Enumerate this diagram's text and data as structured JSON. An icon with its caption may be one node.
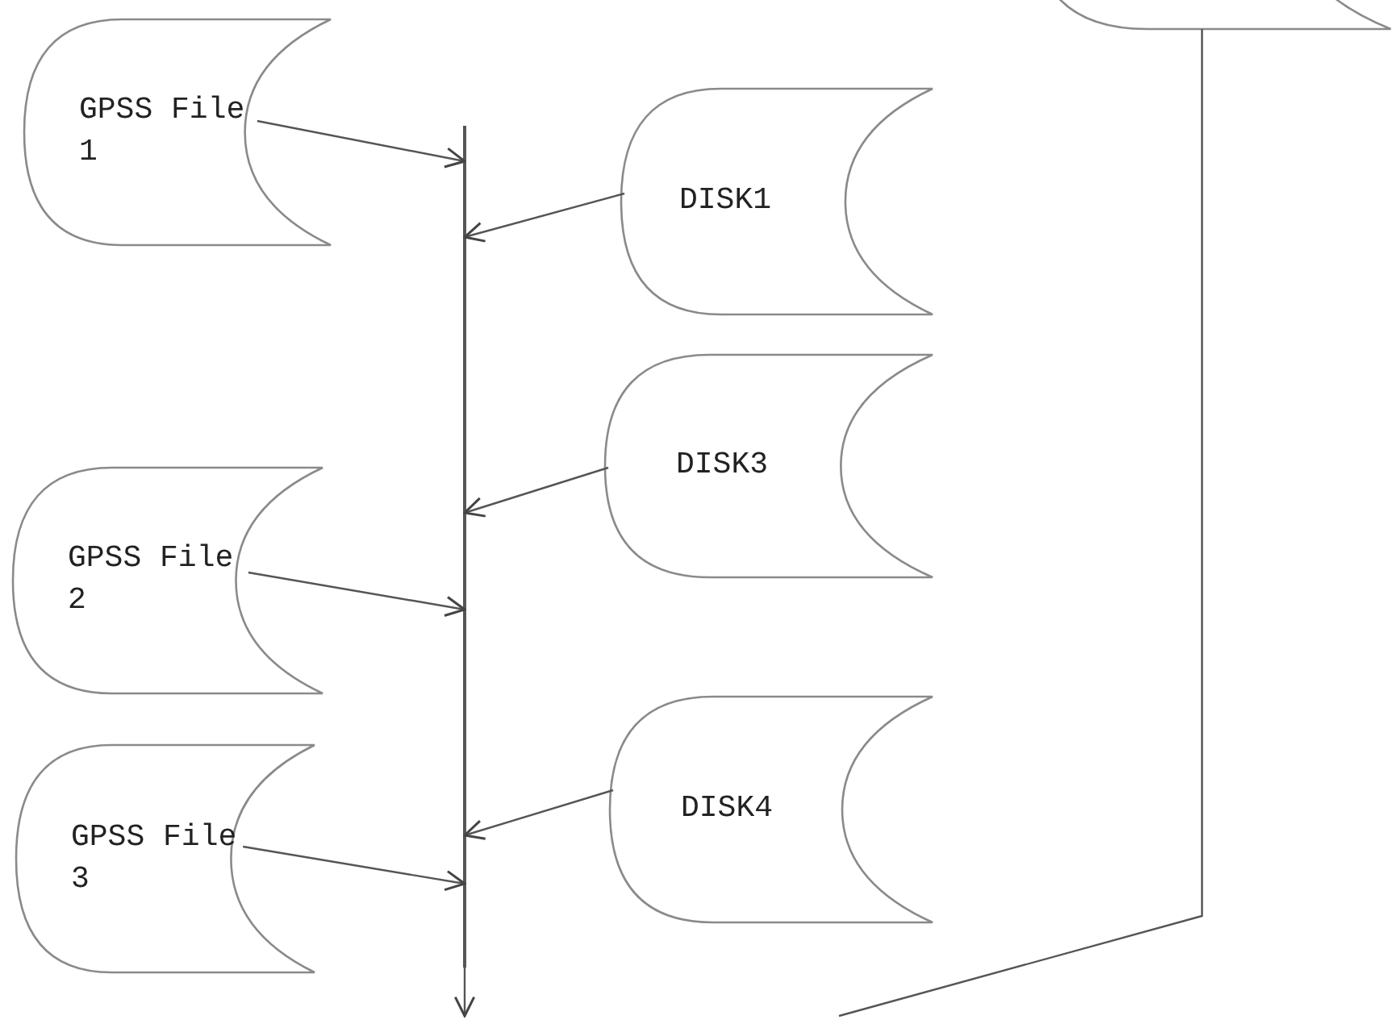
{
  "diagram": {
    "nodes": [
      {
        "text": [
          "GPSS File 1"
        ]
      },
      {
        "text": [
          "GPSS File 2"
        ]
      },
      {
        "text": [
          "GPSS File 3"
        ]
      },
      {
        "text": [
          "DISK1"
        ]
      },
      {
        "text": [
          "DISK3"
        ]
      },
      {
        "text": [
          "DISK4"
        ]
      },
      {
        "text": [],
        "shape": "box"
      },
      {
        "text": [],
        "shape": "bar"
      }
    ],
    "edges": [
      {
        "from": 0,
        "to": 7,
        "arrow": "to"
      },
      {
        "from": 3,
        "to": 7,
        "arrow": "to"
      },
      {
        "from": 4,
        "to": 7,
        "arrow": "to"
      },
      {
        "from": 1,
        "to": 7,
        "arrow": "to"
      },
      {
        "from": 5,
        "to": 7,
        "arrow": "to"
      },
      {
        "from": 2,
        "to": 7,
        "arrow": "to"
      },
      {
        "from": 7,
        "to": null,
        "arrow": "to"
      },
      {
        "from": 6,
        "to": null,
        "arrow": "none"
      }
    ]
  }
}
